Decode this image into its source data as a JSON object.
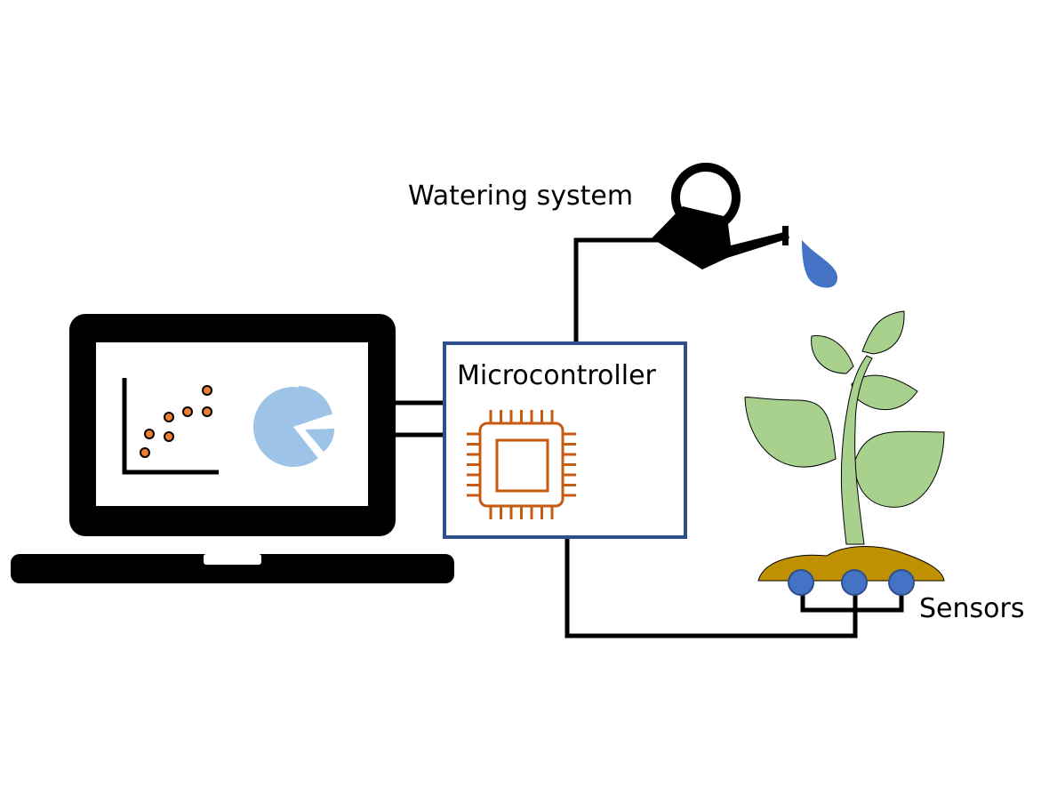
{
  "labels": {
    "watering_system": "Watering system",
    "microcontroller": "Microcontroller",
    "sensors": "Sensors"
  },
  "colors": {
    "line": "#000000",
    "mcu_border": "#2f4f8a",
    "chip": "#c55a11",
    "plant_fill": "#a9d18e",
    "soil": "#bf9000",
    "sensor": "#4472c4",
    "water_drop": "#4472c4",
    "pie": "#9dc3e6",
    "scatter_point": "#ed7d31"
  },
  "icons": [
    "laptop-icon",
    "scatter-plot-icon",
    "pie-chart-icon",
    "chip-icon",
    "watering-can-icon",
    "water-drop-icon",
    "plant-icon",
    "soil-icon",
    "sensor-icon"
  ]
}
